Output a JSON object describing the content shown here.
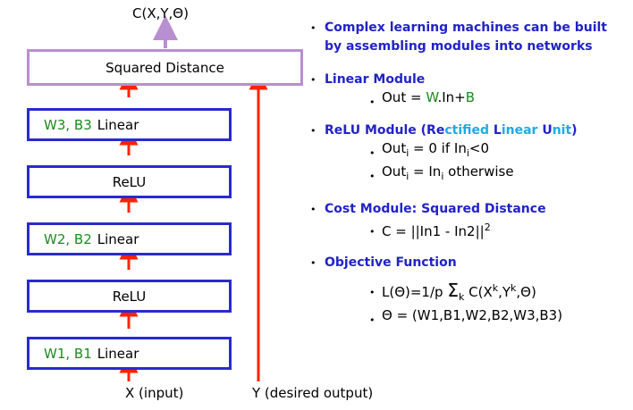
{
  "diagram": {
    "output_label": "C(X,Y,Θ)",
    "squared_distance_label": "Squared Distance",
    "modules": [
      {
        "params": "W3, B3",
        "name": "Linear"
      },
      {
        "params": "",
        "name": "ReLU"
      },
      {
        "params": "W2, B2",
        "name": "Linear"
      },
      {
        "params": "",
        "name": "ReLU"
      },
      {
        "params": "W1, B1",
        "name": "Linear"
      }
    ],
    "input_label": "X (input)",
    "target_label": "Y (desired output)"
  },
  "bullets": {
    "intro": "Complex learning machines can be built by assembling modules into networks",
    "linear": {
      "title": "Linear Module",
      "formula_prefix": "Out = ",
      "w": "W",
      "mid": ".In+",
      "b": "B"
    },
    "relu": {
      "title_prefix": "ReLU Module (",
      "re": "Re",
      "ctified": "ctified ",
      "l": "L",
      "inear": "inear ",
      "u": "U",
      "nit": "nit",
      "title_suffix": ")",
      "line1_out": "Out",
      "line1_sub": "i",
      "line1_mid": " = 0  if In",
      "line1_sub2": "i",
      "line1_end": "<0",
      "line2_out": "Out",
      "line2_sub": "i",
      "line2_mid": " = In",
      "line2_sub2": "i",
      "line2_end": "  otherwise"
    },
    "cost": {
      "title": "Cost Module: Squared Distance",
      "formula": "C = ||In1 - In2||",
      "sup": "2"
    },
    "objective": {
      "title": "Objective Function",
      "l_prefix": "L(Θ)=1/p ",
      "sigma": "Σ",
      "sigma_sub": "k",
      "c_part": " C(X",
      "sup1": "k",
      "comma_y": ",Y",
      "sup2": "k",
      "end": ",Θ)",
      "theta_line": "Θ = (W1,B1,W2,B2,W3,B3)"
    }
  },
  "colors": {
    "module_border": "#2a2ad0",
    "cost_border": "#b88fd0",
    "arrow": "#ff2200",
    "output_arrow": "#b88fd0",
    "param_text": "#1e8a1e",
    "heading": "#2222c8",
    "accent_cyan": "#21a9e0"
  }
}
